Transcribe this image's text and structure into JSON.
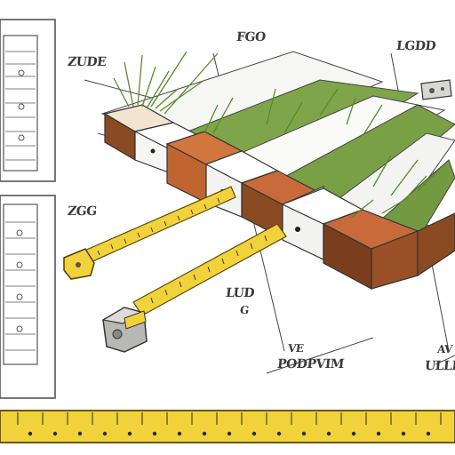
{
  "labels": {
    "top_center": "FGO",
    "top_right": "LGDD",
    "left_upper": "ZUDE",
    "left_mid": "ZGG",
    "center_bottom": "LUD",
    "center_small": "G",
    "bottom_center_a": "VE",
    "bottom_center_b": "PODPVIM",
    "bottom_right_a": "AV",
    "bottom_right_b": "ULLD"
  },
  "colors": {
    "brick": "#c96a3a",
    "brick_dark": "#7a3e1c",
    "paver": "#f4f4f2",
    "grass": "#6f9a3e",
    "tape": "#f2d23a",
    "ink": "#3a3a3a"
  },
  "icons": [
    "tape-measure-icon",
    "tape-measure-icon",
    "grass-tuft-icon",
    "level-tool-icon"
  ]
}
